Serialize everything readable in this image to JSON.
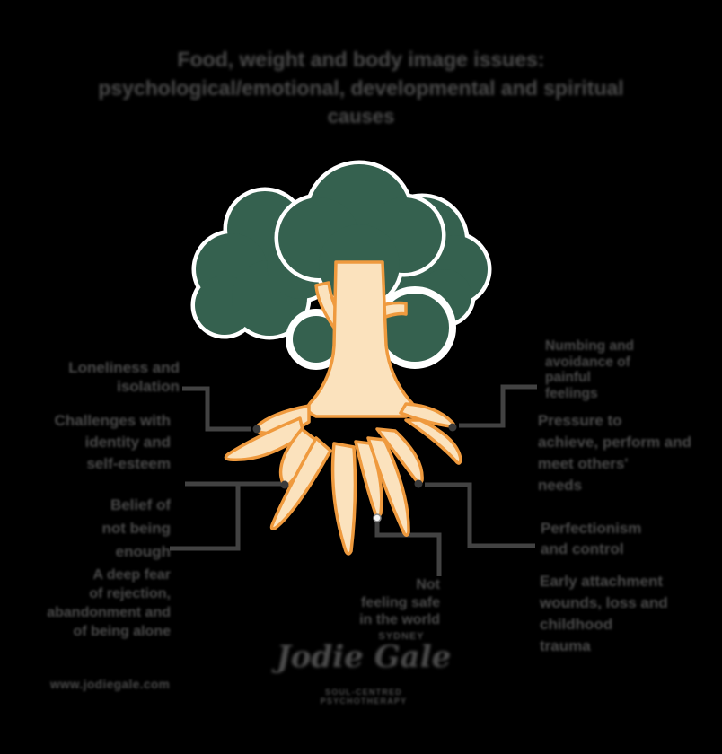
{
  "title": {
    "line1": "Food, weight and body image issues:",
    "line2": "psychological/emotional, developmental and spiritual",
    "line3": "causes"
  },
  "labels": {
    "left1": {
      "lines": [
        "Loneliness and",
        "isolation"
      ]
    },
    "left2": {
      "lines": [
        "Challenges with",
        "identity and",
        "self-esteem"
      ]
    },
    "left3": {
      "lines": [
        "Belief of",
        "not being",
        "enough"
      ]
    },
    "left4": {
      "lines": [
        "A deep fear",
        "of rejection,",
        "abandonment and",
        "of being alone"
      ]
    },
    "right1": {
      "lines": [
        "Numbing and",
        "avoidance of",
        "painful",
        "feelings"
      ]
    },
    "right2": {
      "lines": [
        "Pressure to",
        "achieve, perform and",
        "meet others'",
        "needs"
      ]
    },
    "right3": {
      "lines": [
        "Perfectionism",
        "and control"
      ]
    },
    "right4": {
      "lines": [
        "Early attachment",
        "wounds, loss and",
        "childhood",
        "trauma"
      ]
    },
    "bottom": {
      "lines": [
        "Not",
        "feeling safe",
        "in the world"
      ]
    }
  },
  "footer": {
    "website": "www.jodiegale.com",
    "brand_small": "SYDNEY",
    "signature": "Jodie Gale",
    "tagline": "SOUL-CENTRED PSYCHOTHERAPY"
  },
  "colors": {
    "background": "#000000",
    "canopy": "#35614f",
    "canopy_outline": "#ffffff",
    "trunk_fill": "#fbe2bd",
    "trunk_stroke": "#ef9a3e",
    "text": "#4b4b4b",
    "connector": "#424242",
    "dot": "#3b3b3b"
  }
}
